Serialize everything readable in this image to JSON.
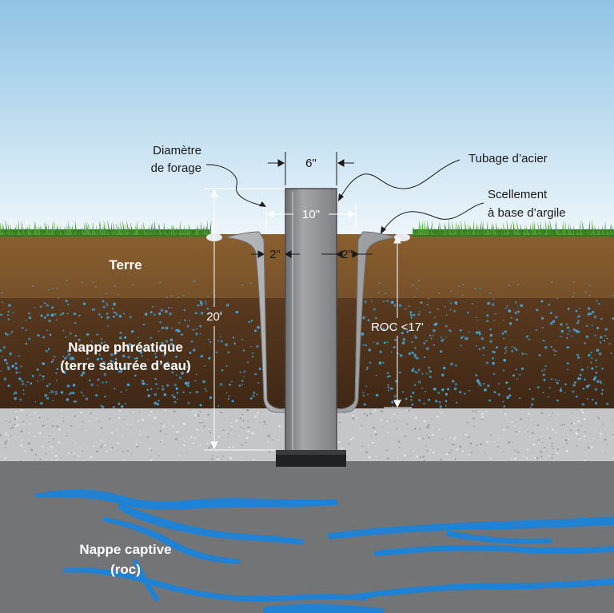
{
  "labels": {
    "bore_diameter_l1": "Diamètre",
    "bore_diameter_l2": "de forage",
    "steel_casing": "Tubage d’acier",
    "clay_seal_l1": "Scellement",
    "clay_seal_l2": "à base d’argile",
    "soil": "Terre",
    "water_table_l1": "Nappe phréatique",
    "water_table_l2": "(terre saturée d’eau)",
    "confined_aquifer_l1": "Nappe captive",
    "confined_aquifer_l2": "(roc)"
  },
  "dimensions": {
    "casing_width": "6\"",
    "bore_width": "10\"",
    "grout_left": "2\"",
    "grout_right": "2\"",
    "depth": "20'",
    "rock_depth": "ROC <17'"
  },
  "colors": {
    "sky_top": "#8fc3e4",
    "sky_bottom": "#eef6fb",
    "grass": "#3d8a2a",
    "soil_top": "#8a5f2e",
    "soil_bottom": "#6a4522",
    "water_table": "#4a2e18",
    "water_dots": "#3fa9e0",
    "gravel": "#c8c8c8",
    "bedrock": "#707274",
    "water_veins": "#1f7fd0",
    "casing": "#8f9194",
    "clay_seal": "#a9abae"
  }
}
